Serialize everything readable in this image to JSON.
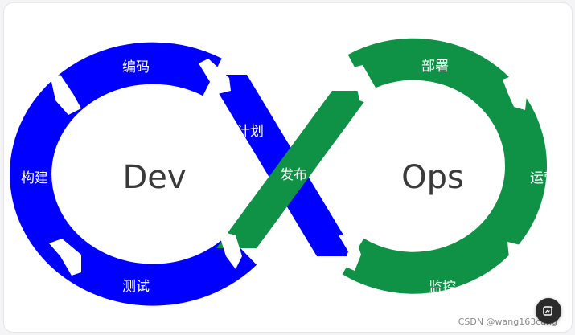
{
  "diagram": {
    "dev_label": "Dev",
    "ops_label": "Ops",
    "segments": {
      "coding": "编码",
      "planning": "计划",
      "build": "构建",
      "testing": "测试",
      "release": "发布",
      "deploy": "部署",
      "operate": "运营",
      "monitor": "监控"
    },
    "colors": {
      "dev": "#0000ff",
      "ops": "#0f9146",
      "divider": "#ffffff"
    }
  },
  "watermark": "CSDN @wang163cang",
  "icons": {
    "fab": "ai-edit-icon"
  }
}
